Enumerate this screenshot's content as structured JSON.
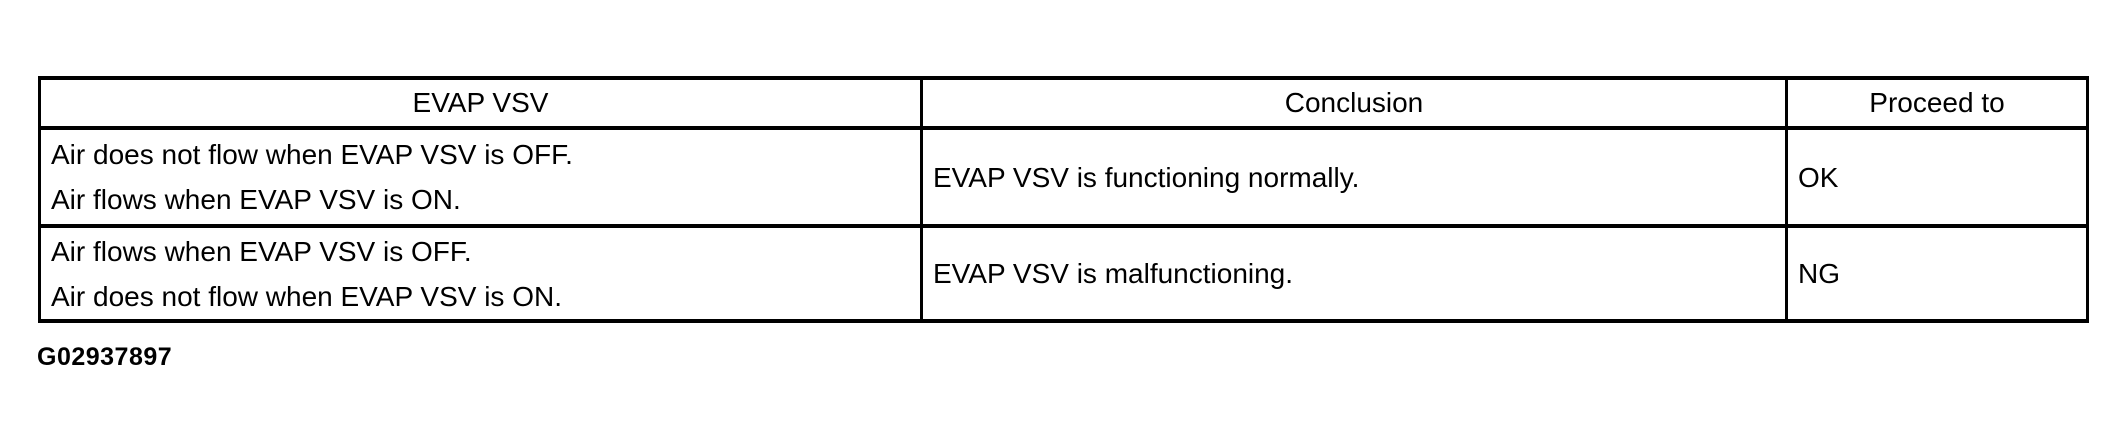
{
  "table": {
    "columns": [
      {
        "label": "EVAP VSV"
      },
      {
        "label": "Conclusion"
      },
      {
        "label": "Proceed to"
      }
    ],
    "rows": [
      {
        "evap_vsv_lines": [
          "Air does not flow when EVAP VSV is OFF.",
          "Air flows when EVAP VSV is ON."
        ],
        "conclusion": "EVAP VSV is functioning normally.",
        "proceed_to": "OK"
      },
      {
        "evap_vsv_lines": [
          "Air flows when EVAP VSV is OFF.",
          "Air does not flow when EVAP VSV is ON."
        ],
        "conclusion": "EVAP VSV is malfunctioning.",
        "proceed_to": "NG"
      }
    ]
  },
  "figure_id": "G02937897",
  "colors": {
    "border": "#000000",
    "text": "#000000",
    "background": "#ffffff"
  }
}
